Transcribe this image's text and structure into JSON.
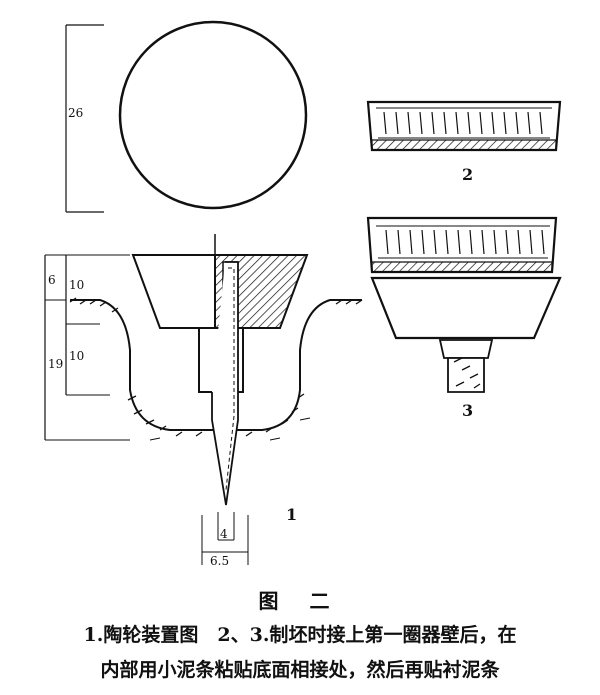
{
  "figure": {
    "dimensions": {
      "d26": "26",
      "d6": "6",
      "d10a": "10",
      "d10b": "10",
      "d19": "19",
      "d4": "4",
      "d65": "6.5"
    },
    "labels": {
      "l1": "1",
      "l2": "2",
      "l3": "3"
    }
  },
  "caption": {
    "title": "图 二",
    "line1": "1.陶轮装置图　2、3.制坯时接上第一圈器壁后，在",
    "line2": "内部用小泥条粘贴底面相接处，然后再贴衬泥条"
  }
}
